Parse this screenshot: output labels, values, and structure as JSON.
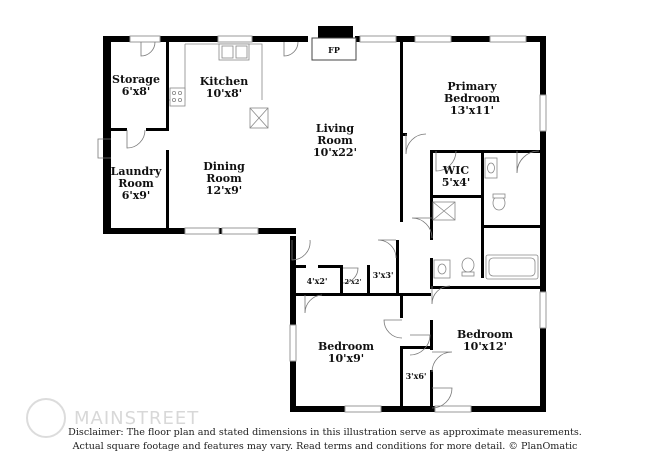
{
  "rooms": {
    "storage": {
      "name": "Storage",
      "dims": "6'x8'"
    },
    "kitchen": {
      "name": "Kitchen",
      "dims": "10'x8'"
    },
    "living": {
      "name1": "Living",
      "name2": "Room",
      "dims": "10'x22'"
    },
    "primary_bedroom": {
      "name1": "Primary",
      "name2": "Bedroom",
      "dims": "13'x11'"
    },
    "dining": {
      "name1": "Dining",
      "name2": "Room",
      "dims": "12'x9'"
    },
    "laundry": {
      "name1": "Laundry",
      "name2": "Room",
      "dims": "6'x9'"
    },
    "wic": {
      "name": "WIC",
      "dims": "5'x4'"
    },
    "bedroom_left": {
      "name": "Bedroom",
      "dims": "10'x9'"
    },
    "bedroom_right": {
      "name": "Bedroom",
      "dims": "10'x12'"
    },
    "closet_4x2": {
      "dims": "4'x2'"
    },
    "closet_2x2": {
      "dims": "2'x2'"
    },
    "closet_3x3": {
      "dims": "3'x3'"
    },
    "closet_3x6": {
      "dims": "3'x6'"
    }
  },
  "fireplace_label": "FP",
  "disclaimer": {
    "line1": "Disclaimer: The floor plan and stated dimensions in this illustration serve as approximate measurements.",
    "line2": "Actual square footage and features may vary. Read terms and conditions for more detail. © PlanOmatic"
  },
  "watermark": "MAINSTREET",
  "colors": {
    "wall": "#000000",
    "fixture": "#888888",
    "background": "#ffffff"
  }
}
